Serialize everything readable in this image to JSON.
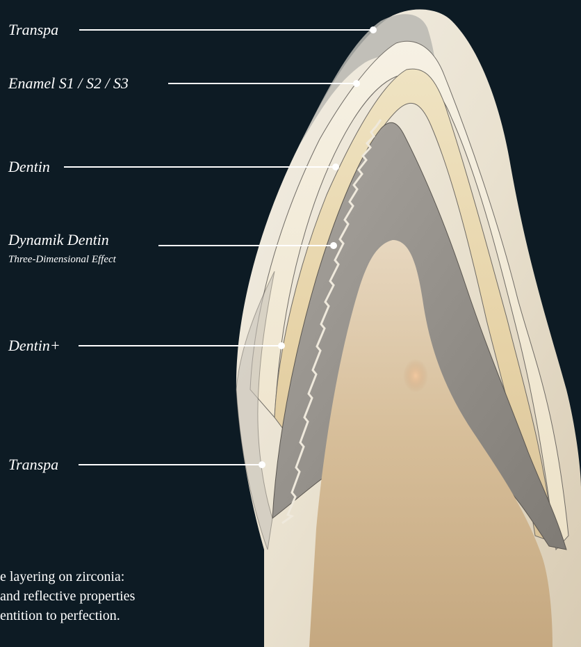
{
  "labels": {
    "transpa_top": "Transpa",
    "enamel": "Enamel S1 / S2 / S3",
    "dentin": "Dentin",
    "dynamik_dentin": "Dynamik Dentin",
    "dynamik_sub": "Three-Dimensional Effect",
    "dentin_plus": "Dentin+",
    "transpa_bottom": "Transpa"
  },
  "caption": {
    "line1": "e layering on zirconia:",
    "line2": "and reflective properties",
    "line3": "entition to perfection."
  },
  "colors": {
    "background": "#0d1b24",
    "leader_line": "#ffffff"
  }
}
